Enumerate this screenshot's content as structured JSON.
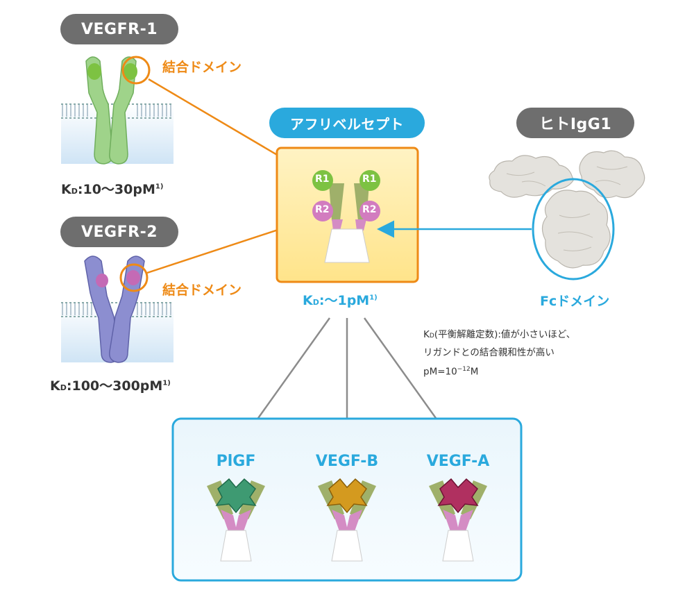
{
  "receptors": {
    "vegfr1": {
      "name": "VEGFR-1",
      "domain_label": "結合ドメイン",
      "kd_prefix": "K",
      "kd_sub": "D",
      "kd_value": ":10〜30pM",
      "kd_ref": "1)"
    },
    "vegfr2": {
      "name": "VEGFR-2",
      "domain_label": "結合ドメイン",
      "kd_prefix": "K",
      "kd_sub": "D",
      "kd_value": ":100〜300pM",
      "kd_ref": "1)"
    }
  },
  "aflibercept": {
    "name": "アフリベルセプト",
    "r1": "R1",
    "r2": "R2",
    "kd_prefix": "K",
    "kd_sub": "D",
    "kd_value": ":〜1pM",
    "kd_ref": "1)"
  },
  "igg": {
    "name": "ヒトIgG1",
    "fc_label": "Fcドメイン"
  },
  "note": {
    "line1_prefix": "K",
    "line1_sub": "D",
    "line1_rest": "(平衡解離定数):値が小さいほど、",
    "line2": "リガンドとの結合親和性が高い",
    "line3_a": "pM=10",
    "line3_exp": "−12",
    "line3_b": "M"
  },
  "ligands": [
    {
      "name": "PlGF",
      "color": "#2e8f6b"
    },
    {
      "name": "VEGF-B",
      "color": "#c98a14"
    },
    {
      "name": "VEGF-A",
      "color": "#a52a5a"
    }
  ],
  "colors": {
    "orange": "#ee8a16",
    "blue": "#2aa9dd",
    "green": "#8cc63e",
    "pink": "#d27cbf",
    "gray": "#6e6e6e"
  }
}
